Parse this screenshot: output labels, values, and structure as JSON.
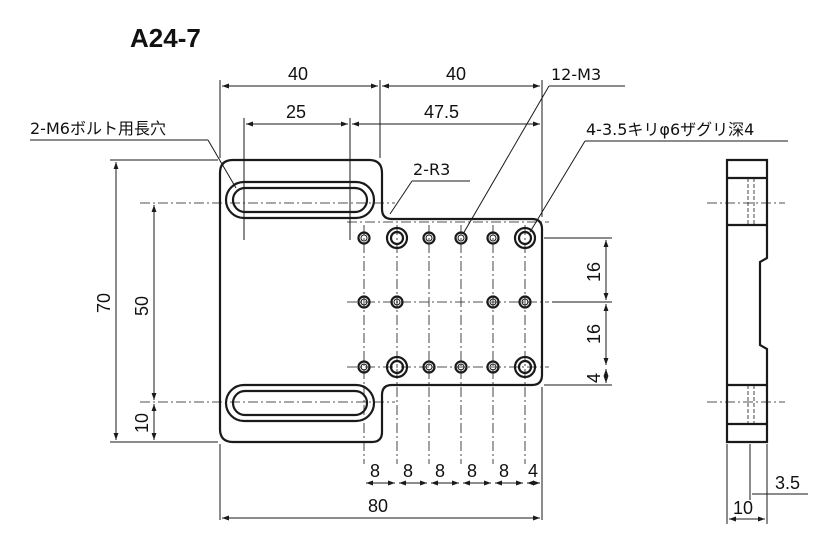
{
  "title": "A24-7",
  "dimensions": {
    "top_left_40": "40",
    "top_right_40": "40",
    "slot_25": "25",
    "span_47_5": "47.5",
    "height_70": "70",
    "height_50": "50",
    "height_10": "10",
    "right_16_top": "16",
    "right_16_bottom": "16",
    "right_4": "4",
    "bottom_8s": [
      "8",
      "8",
      "8",
      "8",
      "8"
    ],
    "bottom_4": "4",
    "overall_80": "80",
    "side_3_5": "3.5",
    "side_10": "10"
  },
  "callouts": {
    "slot_note": "2-M6ボルト用長穴",
    "radius_note": "2-R3",
    "tap_note": "12-M3",
    "counterbore_note": "4-3.5キリφ6ザグリ深4"
  }
}
